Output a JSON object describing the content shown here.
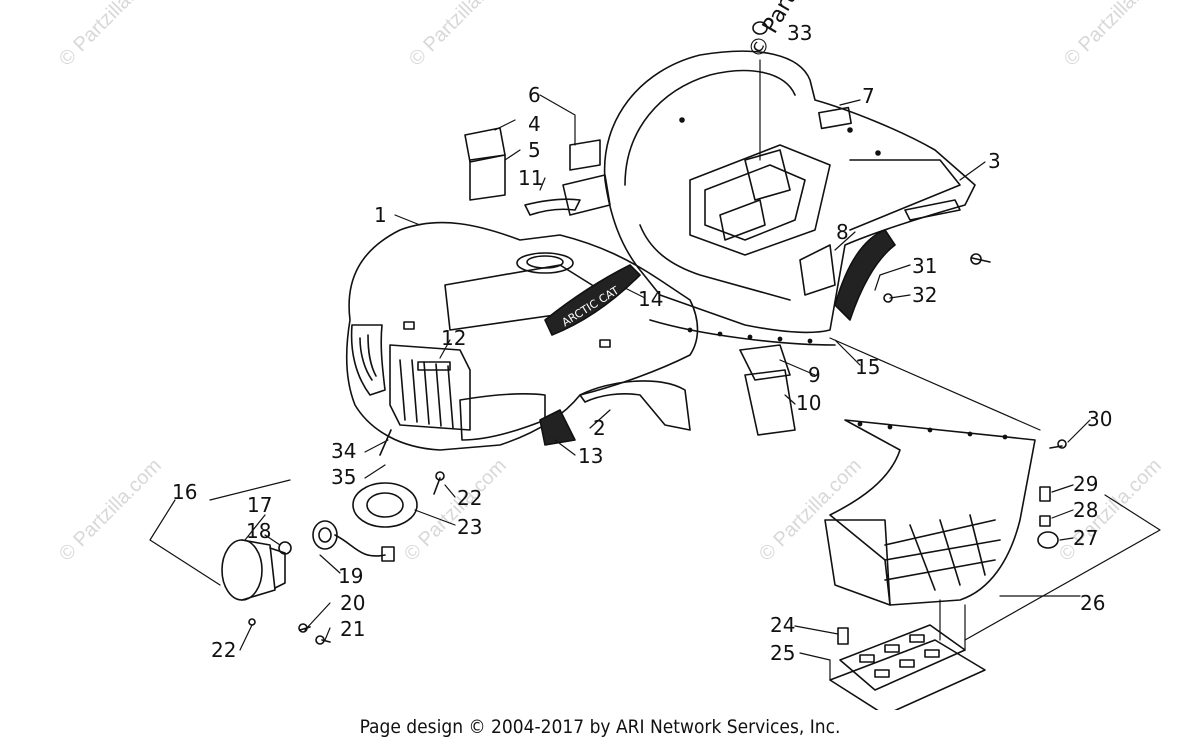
{
  "watermark": {
    "text": "© Partzilla.com",
    "top_text": "© Partz"
  },
  "diagram": {
    "callouts": [
      {
        "id": "1",
        "label": "1"
      },
      {
        "id": "2",
        "label": "2"
      },
      {
        "id": "3",
        "label": "3"
      },
      {
        "id": "4",
        "label": "4"
      },
      {
        "id": "5",
        "label": "5"
      },
      {
        "id": "6",
        "label": "6"
      },
      {
        "id": "7",
        "label": "7"
      },
      {
        "id": "8",
        "label": "8"
      },
      {
        "id": "9",
        "label": "9"
      },
      {
        "id": "10",
        "label": "10"
      },
      {
        "id": "11",
        "label": "11"
      },
      {
        "id": "12",
        "label": "12"
      },
      {
        "id": "13",
        "label": "13"
      },
      {
        "id": "14",
        "label": "14"
      },
      {
        "id": "15",
        "label": "15"
      },
      {
        "id": "16",
        "label": "16"
      },
      {
        "id": "17",
        "label": "17"
      },
      {
        "id": "18",
        "label": "18"
      },
      {
        "id": "19",
        "label": "19"
      },
      {
        "id": "20",
        "label": "20"
      },
      {
        "id": "21",
        "label": "21"
      },
      {
        "id": "22a",
        "label": "22"
      },
      {
        "id": "22b",
        "label": "22"
      },
      {
        "id": "23",
        "label": "23"
      },
      {
        "id": "24",
        "label": "24"
      },
      {
        "id": "25",
        "label": "25"
      },
      {
        "id": "26",
        "label": "26"
      },
      {
        "id": "27",
        "label": "27"
      },
      {
        "id": "28",
        "label": "28"
      },
      {
        "id": "29",
        "label": "29"
      },
      {
        "id": "30",
        "label": "30"
      },
      {
        "id": "31",
        "label": "31"
      },
      {
        "id": "32",
        "label": "32"
      },
      {
        "id": "33",
        "label": "33"
      },
      {
        "id": "34",
        "label": "34"
      },
      {
        "id": "35",
        "label": "35"
      }
    ],
    "decal_text": "ARCTIC CAT"
  },
  "footer": {
    "text": "Page design © 2004-2017 by ARI Network Services, Inc."
  }
}
